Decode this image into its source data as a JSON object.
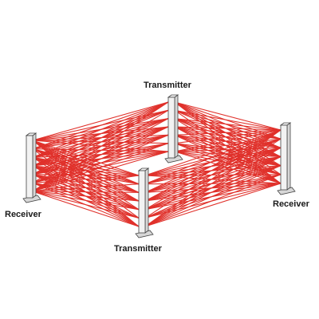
{
  "labels": {
    "transmitter_top": "Transmitter",
    "receiver_left": "Receiver",
    "receiver_right": "Receiver",
    "transmitter_bottom": "Transmitter"
  },
  "colors": {
    "beam": "#e0312b",
    "post_face": "#f2f2f2",
    "post_side": "#d7d7d7",
    "post_edge": "#444444",
    "text": "#1a1a1a"
  },
  "diagram": {
    "beams_per_post": 7
  }
}
